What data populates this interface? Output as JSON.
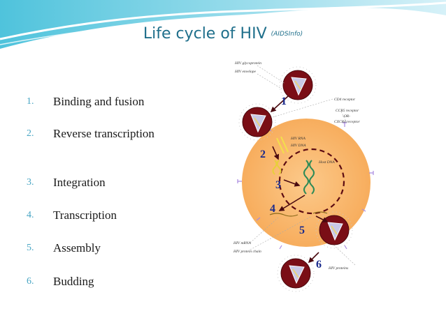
{
  "title": {
    "main": "Life cycle of HIV",
    "source": "(AIDSInfo)"
  },
  "steps": [
    {
      "num": "1.",
      "label": "Binding and fusion"
    },
    {
      "num": "2.",
      "label": "Reverse transcription"
    },
    {
      "num": "3.",
      "label": "Integration"
    },
    {
      "num": "4.",
      "label": "Transcription"
    },
    {
      "num": "5.",
      "label": "Assembly"
    },
    {
      "num": "6.",
      "label": "Budding"
    }
  ],
  "diagram": {
    "labels": {
      "hiv_glycoprotein": "HIV glycoprotein",
      "hiv_envelope": "HIV envelope",
      "cd4_receptor": "CD4 receptor",
      "ccr5_receptor": "CCR5 receptor",
      "or": "-OR-",
      "cxcr4_receptor": "CXCR4 receptor",
      "hiv_rna": "HIV RNA",
      "hiv_dna": "HIV DNA",
      "host_dna": "Host DNA",
      "hiv_mrna": "HIV mRNA",
      "hiv_protein_chain": "HIV protein chain",
      "hiv_proteins": "HIV proteins"
    },
    "numbers": [
      "1",
      "2",
      "3",
      "4",
      "5",
      "6"
    ]
  },
  "colors": {
    "title": "#1f6f8b",
    "bullet": "#49a6c4",
    "cell": "#f9b769",
    "virus": "#7a0e16",
    "step_number": "#1a2a8c"
  }
}
